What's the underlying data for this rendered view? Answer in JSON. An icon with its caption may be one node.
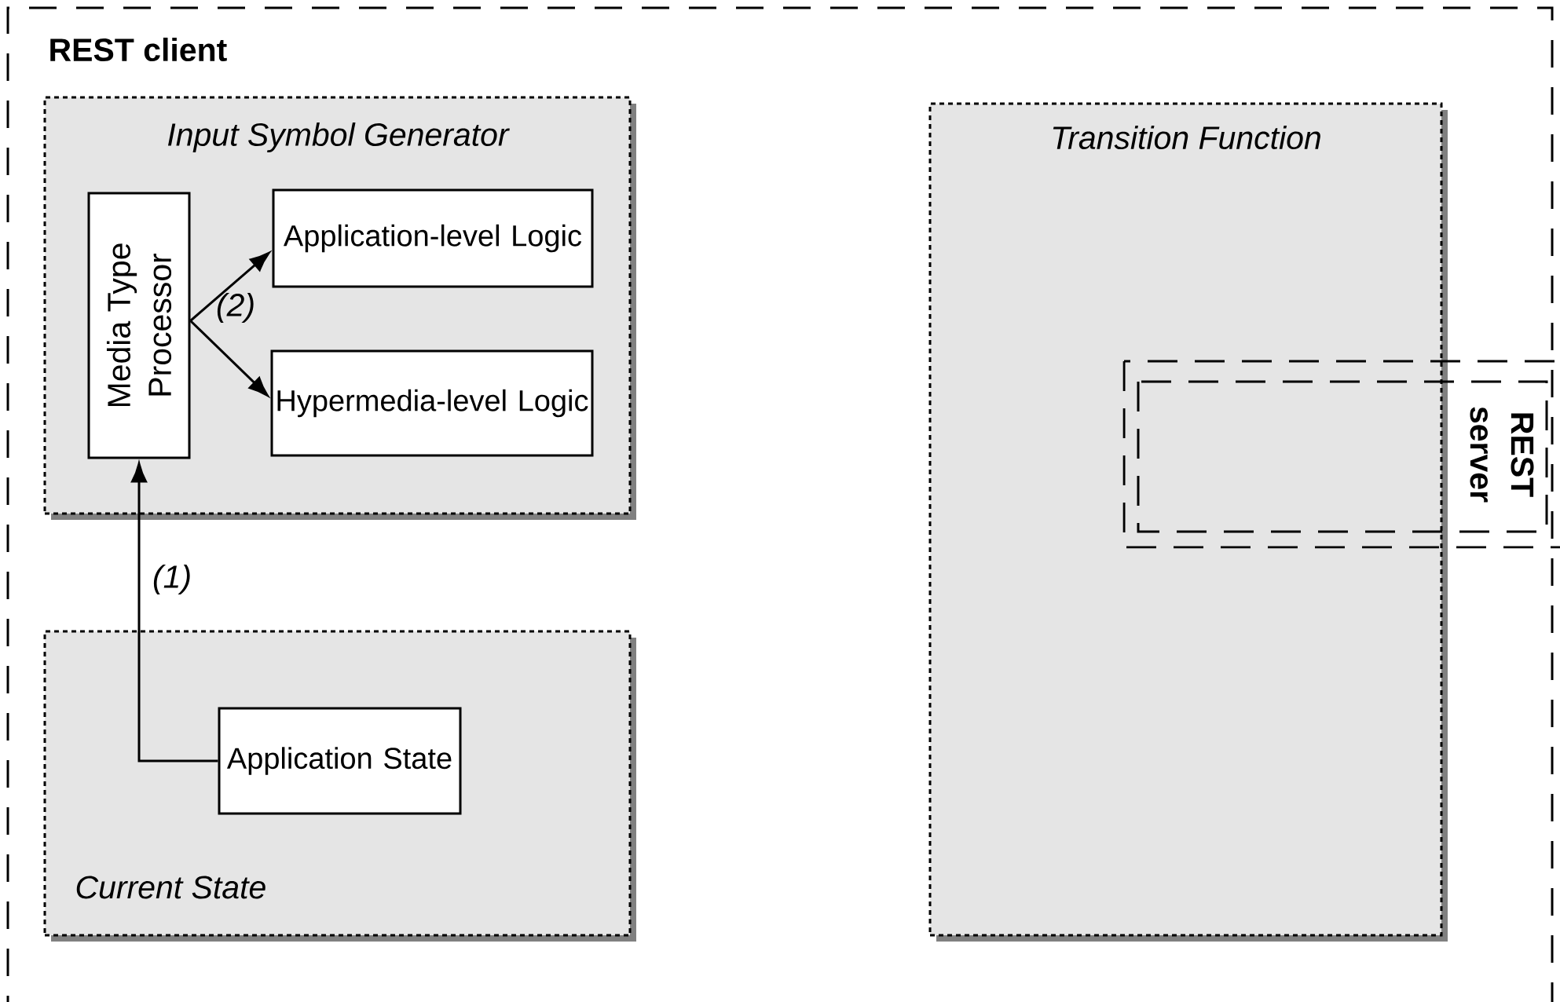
{
  "diagram": {
    "nodes": [
      {
        "text": [
          "REST client"
        ]
      },
      {
        "text": [
          "Input Symbol Generator"
        ],
        "in": 0
      },
      {
        "text": [
          "Media Type Processor"
        ],
        "in": 1
      },
      {
        "text": [
          "Application-level Logic"
        ],
        "in": 1
      },
      {
        "text": [
          "Hypermedia-level Logic"
        ],
        "in": 1
      },
      {
        "text": [
          "Current State"
        ],
        "in": 0
      },
      {
        "text": [
          "Application State"
        ],
        "in": 5
      },
      {
        "text": [
          "Transition Function"
        ],
        "in": 0
      },
      {
        "text": [
          "REST server"
        ]
      }
    ],
    "edges": [
      {
        "from": 6,
        "to": 2,
        "arrow": "to",
        "label": "(1)"
      },
      {
        "from": 2,
        "to": 3,
        "arrow": "to",
        "label": "(2)"
      },
      {
        "from": 2,
        "to": 4,
        "arrow": "to"
      }
    ]
  }
}
